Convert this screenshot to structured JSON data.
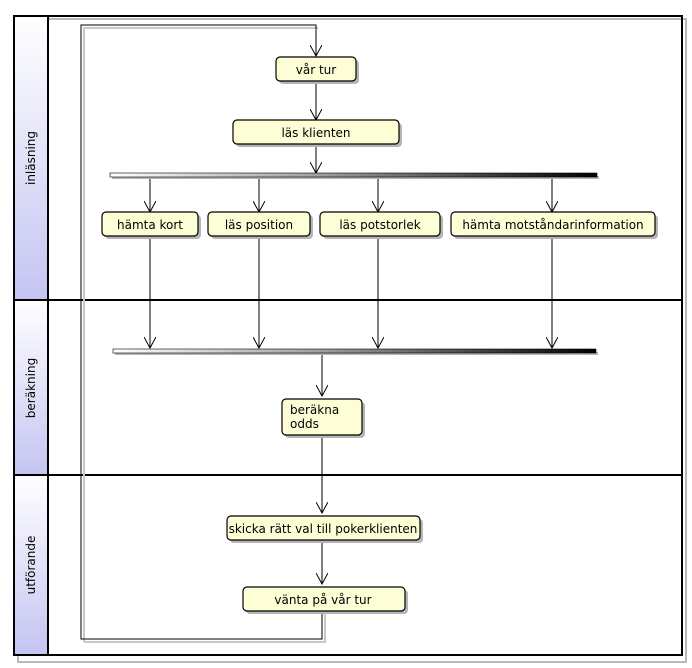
{
  "lanes": [
    {
      "id": "inlasning",
      "label": "inläsning"
    },
    {
      "id": "berakning",
      "label": "beräkning"
    },
    {
      "id": "utforande",
      "label": "utförande"
    }
  ],
  "nodes": [
    {
      "id": "var-tur",
      "lines": [
        "vår tur"
      ]
    },
    {
      "id": "las-klienten",
      "lines": [
        "läs klienten"
      ]
    },
    {
      "id": "hamta-kort",
      "lines": [
        "hämta kort"
      ]
    },
    {
      "id": "las-position",
      "lines": [
        "läs position"
      ]
    },
    {
      "id": "las-potstorlek",
      "lines": [
        "läs potstorlek"
      ]
    },
    {
      "id": "hamta-motstandarinformation",
      "lines": [
        "hämta motståndarinformation"
      ]
    },
    {
      "id": "berakna-odds",
      "lines": [
        "beräkna",
        "odds"
      ]
    },
    {
      "id": "skicka-ratt-val",
      "lines": [
        "skicka rätt val till pokerklienten"
      ]
    },
    {
      "id": "vanta-pa-var-tur",
      "lines": [
        "vänta på vår tur"
      ]
    }
  ],
  "colors": {
    "node_fill": "#fefed6",
    "node_stroke": "#000000",
    "lane_header_top": "#ffffff",
    "lane_header_bottom": "#c8c8f4",
    "bar_dark": "#000000",
    "bar_light": "#ffffff",
    "line": "#000000"
  }
}
